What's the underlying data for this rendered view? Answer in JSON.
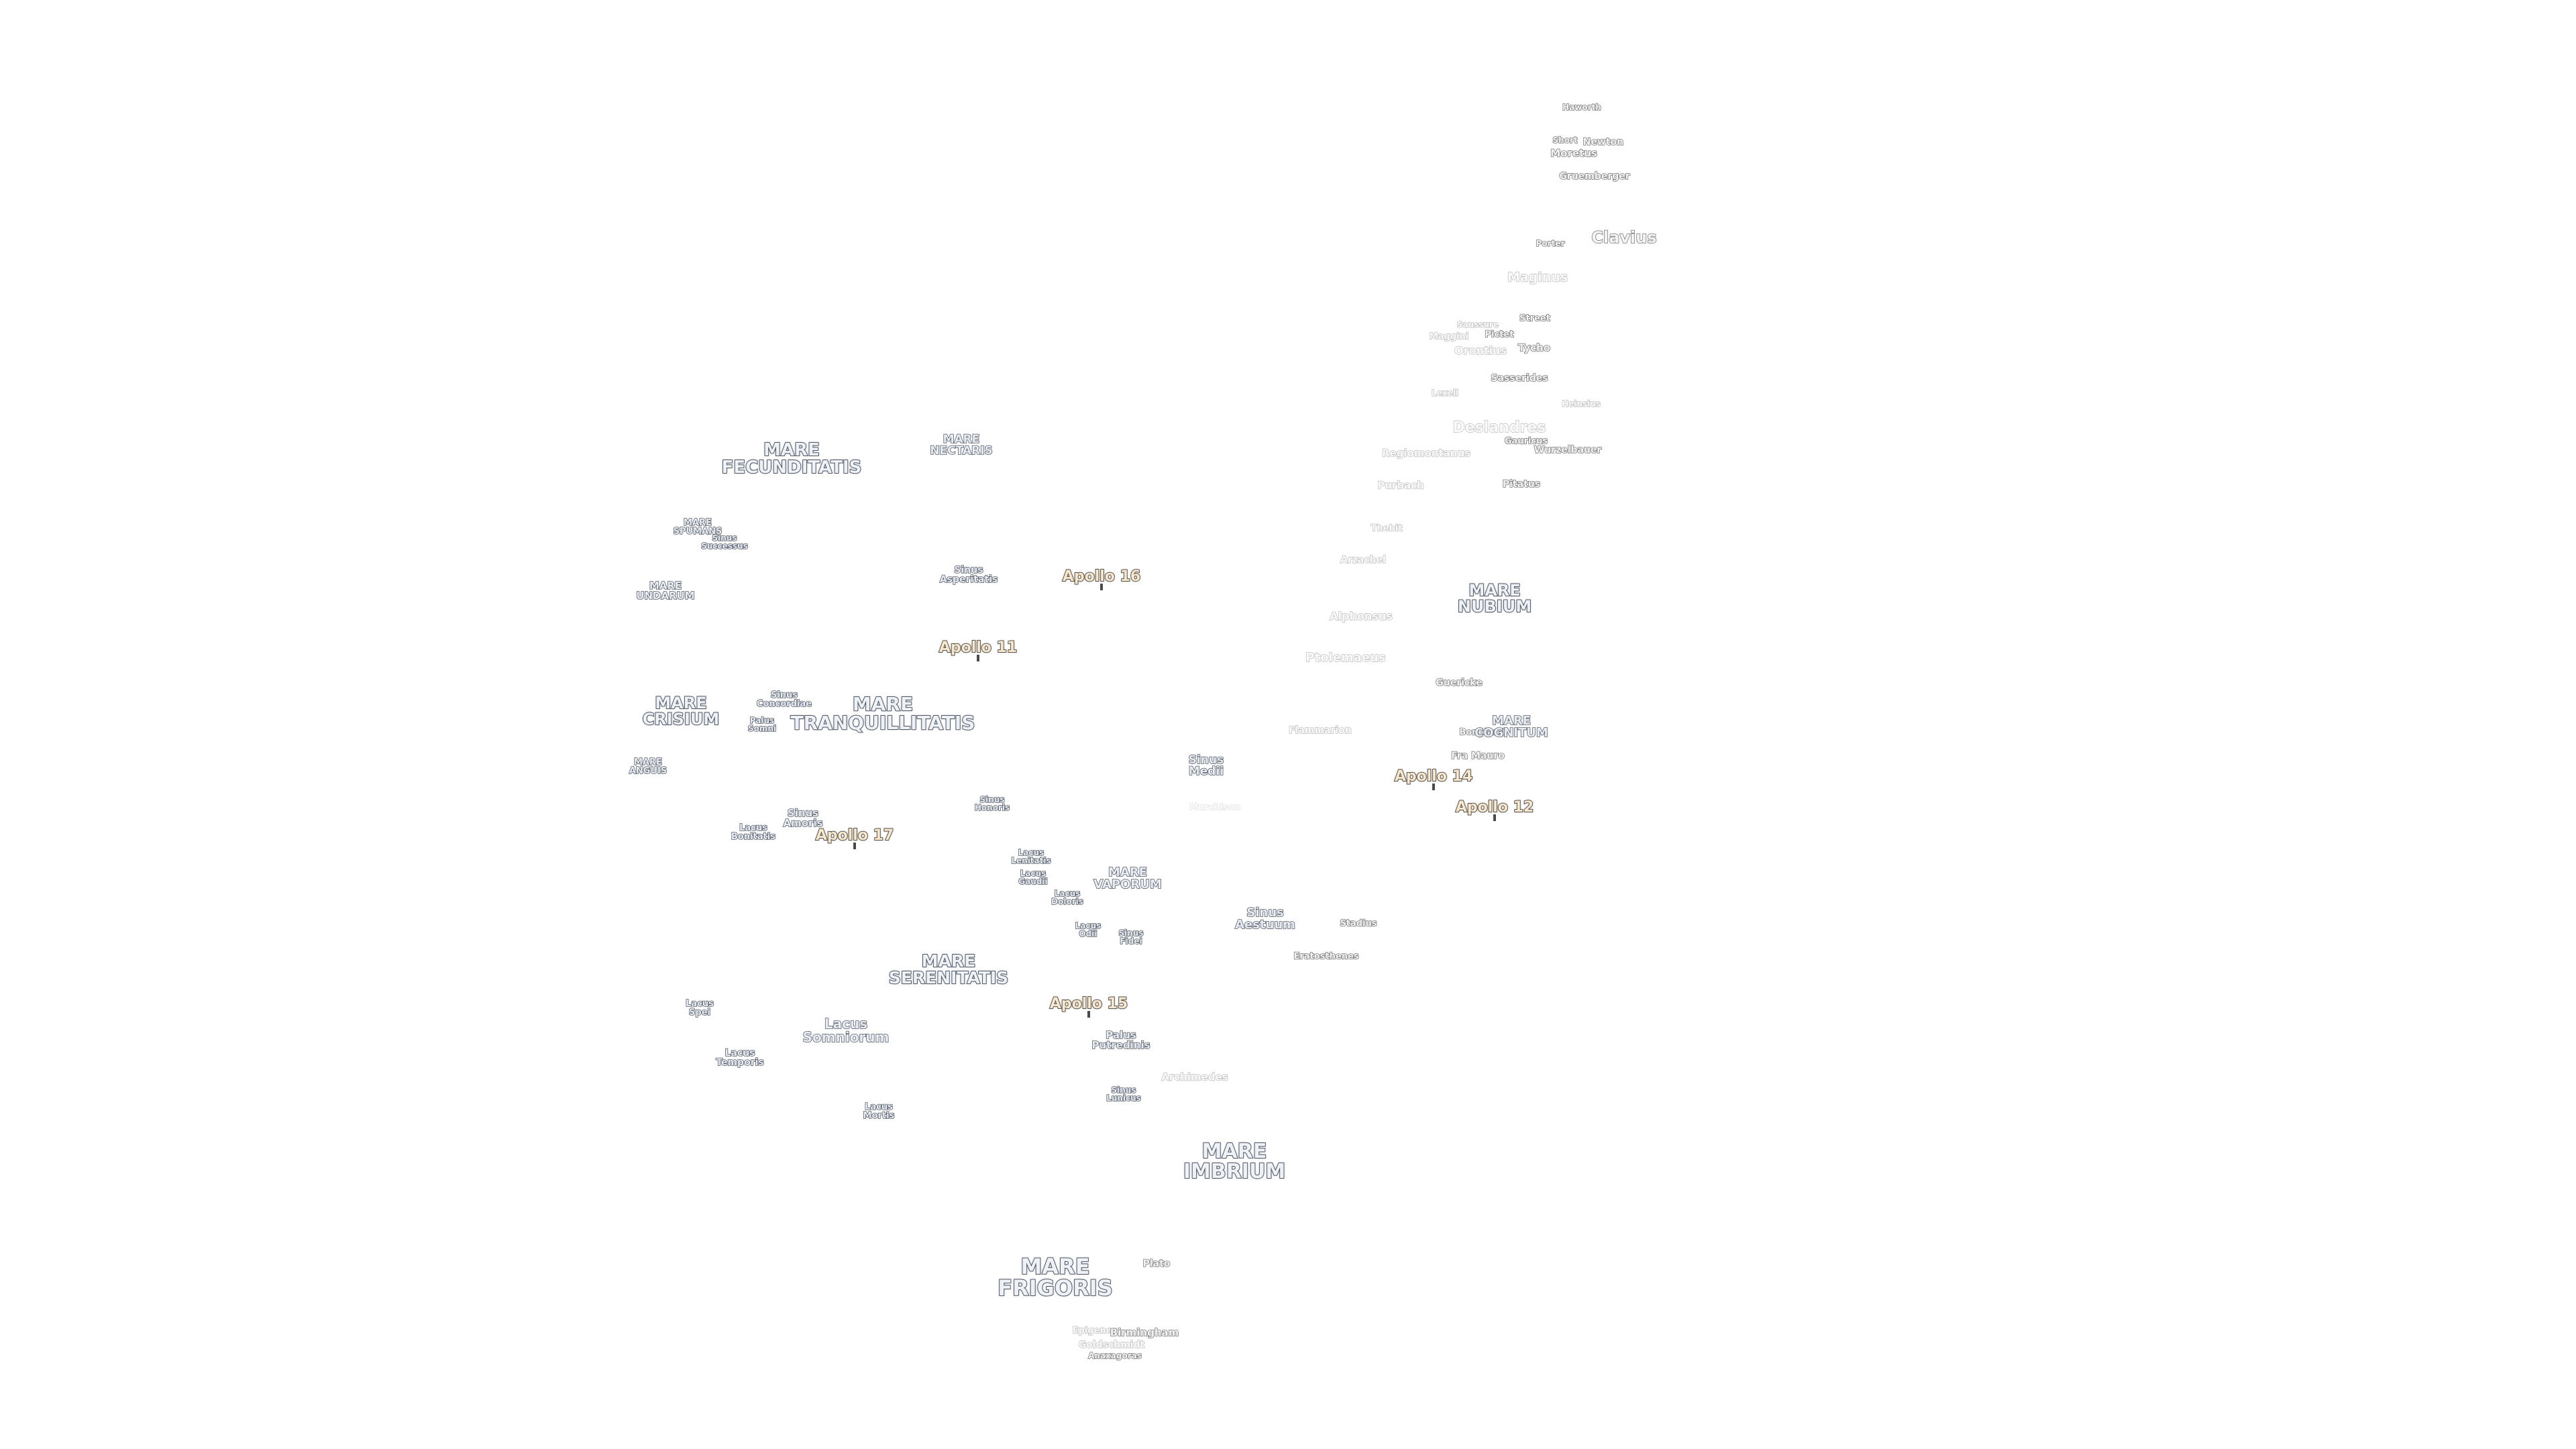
{
  "map": {
    "labels": [
      {
        "id": "haworth",
        "text": "Haworth",
        "kind": "crater"
      },
      {
        "id": "short",
        "text": "Short",
        "kind": "crater"
      },
      {
        "id": "newton",
        "text": "Newton",
        "kind": "crater"
      },
      {
        "id": "moretus",
        "text": "Moretus",
        "kind": "crater"
      },
      {
        "id": "gruemberger",
        "text": "Gruemberger",
        "kind": "crater"
      },
      {
        "id": "clavius",
        "text": "Clavius",
        "kind": "crater"
      },
      {
        "id": "porter",
        "text": "Porter",
        "kind": "crater"
      },
      {
        "id": "maginus",
        "text": "Maginus",
        "kind": "faint"
      },
      {
        "id": "street",
        "text": "Street",
        "kind": "crater"
      },
      {
        "id": "saussure",
        "text": "Saussure",
        "kind": "faint"
      },
      {
        "id": "maggini",
        "text": "Maggini",
        "kind": "faint"
      },
      {
        "id": "pictet",
        "text": "Pictet",
        "kind": "crater"
      },
      {
        "id": "orontius",
        "text": "Orontius",
        "kind": "faint"
      },
      {
        "id": "tycho",
        "text": "Tycho",
        "kind": "crater"
      },
      {
        "id": "sasserides",
        "text": "Sasserides",
        "kind": "crater"
      },
      {
        "id": "lexell",
        "text": "Lexell",
        "kind": "faint"
      },
      {
        "id": "heinsius",
        "text": "Heinsius",
        "kind": "faint"
      },
      {
        "id": "deslandres",
        "text": "Deslandres",
        "kind": "faint"
      },
      {
        "id": "gauricus",
        "text": "Gauricus",
        "kind": "crater"
      },
      {
        "id": "wurzelbauer",
        "text": "Wurzelbauer",
        "kind": "crater"
      },
      {
        "id": "regiomontanus",
        "text": "Regiomontanus",
        "kind": "faint"
      },
      {
        "id": "purbach",
        "text": "Purbach",
        "kind": "faint"
      },
      {
        "id": "pitatus",
        "text": "Pitatus",
        "kind": "crater"
      },
      {
        "id": "thebit",
        "text": "Thebit",
        "kind": "faint"
      },
      {
        "id": "arzachel",
        "text": "Arzachel",
        "kind": "faint"
      },
      {
        "id": "alphonsus",
        "text": "Alphonsus",
        "kind": "faint"
      },
      {
        "id": "ptolemaeus",
        "text": "Ptolemaeus",
        "kind": "faint"
      },
      {
        "id": "guericke",
        "text": "Guericke",
        "kind": "crater"
      },
      {
        "id": "flammarion",
        "text": "Flammarion",
        "kind": "faint"
      },
      {
        "id": "bonpland",
        "text": "Bonpland",
        "kind": "crater"
      },
      {
        "id": "fra-mauro",
        "text": "Fra Mauro",
        "kind": "crater"
      },
      {
        "id": "murchison",
        "text": "Murchison",
        "kind": "fainter"
      },
      {
        "id": "stadius",
        "text": "Stadius",
        "kind": "crater"
      },
      {
        "id": "eratosthenes",
        "text": "Eratosthenes",
        "kind": "crater"
      },
      {
        "id": "archimedes",
        "text": "Archimedes",
        "kind": "faint"
      },
      {
        "id": "plato",
        "text": "Plato",
        "kind": "crater"
      },
      {
        "id": "epigenes",
        "text": "Epigenes",
        "kind": "faint"
      },
      {
        "id": "birmingham",
        "text": "Birmingham",
        "kind": "crater"
      },
      {
        "id": "goldschmidt",
        "text": "Goldschmidt",
        "kind": "faint"
      },
      {
        "id": "anaxagoras",
        "text": "Anaxagoras",
        "kind": "crater"
      },
      {
        "id": "mare-fecunditatis",
        "text": "MARE\nFECUNDITATIS",
        "kind": "mare"
      },
      {
        "id": "mare-nectaris",
        "text": "MARE\nNECTARIS",
        "kind": "small"
      },
      {
        "id": "mare-spumans",
        "text": "MARE\nSPUMANS",
        "kind": "small"
      },
      {
        "id": "sinus-successus",
        "text": "Sinus\nSuccessus",
        "kind": "small"
      },
      {
        "id": "mare-undarum",
        "text": "MARE\nUNDARUM",
        "kind": "small"
      },
      {
        "id": "sinus-asperitatis",
        "text": "Sinus\nAsperitatis",
        "kind": "small"
      },
      {
        "id": "mare-crisium",
        "text": "MARE\nCRISIUM",
        "kind": "mare"
      },
      {
        "id": "sinus-concordiae",
        "text": "Sinus\nConcordiae",
        "kind": "small"
      },
      {
        "id": "palus-somni",
        "text": "Palus\nSomni",
        "kind": "small"
      },
      {
        "id": "mare-tranquillitatis",
        "text": "MARE\nTRANQUILLITATIS",
        "kind": "mare"
      },
      {
        "id": "mare-anguis",
        "text": "MARE\nANGUIS",
        "kind": "small"
      },
      {
        "id": "sinus-amoris",
        "text": "Sinus\nAmoris",
        "kind": "small"
      },
      {
        "id": "lacus-bonitatis",
        "text": "Lacus\nBonitatis",
        "kind": "small"
      },
      {
        "id": "mare-nubium",
        "text": "MARE\nNUBIUM",
        "kind": "mare"
      },
      {
        "id": "mare-cognitum",
        "text": "MARE\nCOGNITUM",
        "kind": "small"
      },
      {
        "id": "sinus-medii",
        "text": "Sinus\nMedii",
        "kind": "small"
      },
      {
        "id": "sinus-honoris",
        "text": "Sinus\nHonoris",
        "kind": "small"
      },
      {
        "id": "lacus-lenitatis",
        "text": "Lacus\nLenitatis",
        "kind": "small"
      },
      {
        "id": "lacus-gaudii",
        "text": "Lacus\nGaudii",
        "kind": "small"
      },
      {
        "id": "lacus-doloris",
        "text": "Lacus\nDoloris",
        "kind": "small"
      },
      {
        "id": "mare-vaporum",
        "text": "MARE\nVAPORUM",
        "kind": "small"
      },
      {
        "id": "lacus-odii",
        "text": "Lacus\nOdii",
        "kind": "small"
      },
      {
        "id": "sinus-fidei",
        "text": "Sinus\nFidei",
        "kind": "small"
      },
      {
        "id": "sinus-aestuum",
        "text": "Sinus\nAestuum",
        "kind": "small"
      },
      {
        "id": "mare-serenitatis",
        "text": "MARE\nSERENITATIS",
        "kind": "mare"
      },
      {
        "id": "lacus-spei",
        "text": "Lacus\nSpei",
        "kind": "small"
      },
      {
        "id": "lacus-somniorum",
        "text": "Lacus\nSomniorum",
        "kind": "small"
      },
      {
        "id": "lacus-temporis",
        "text": "Lacus\nTemporis",
        "kind": "small"
      },
      {
        "id": "palus-putredinis",
        "text": "Palus\nPutredinis",
        "kind": "small"
      },
      {
        "id": "sinus-lunicus",
        "text": "Sinus\nLunicus",
        "kind": "small"
      },
      {
        "id": "lacus-mortis",
        "text": "Lacus\nMortis",
        "kind": "small"
      },
      {
        "id": "mare-imbrium",
        "text": "MARE\nIMBRIUM",
        "kind": "mare"
      },
      {
        "id": "mare-frigoris",
        "text": "MARE\nFRIGORIS",
        "kind": "mare"
      },
      {
        "id": "apollo-16",
        "text": "Apollo 16",
        "kind": "apollo"
      },
      {
        "id": "apollo-11",
        "text": "Apollo 11",
        "kind": "apollo"
      },
      {
        "id": "apollo-14",
        "text": "Apollo 14",
        "kind": "apollo"
      },
      {
        "id": "apollo-12",
        "text": "Apollo 12",
        "kind": "apollo"
      },
      {
        "id": "apollo-17",
        "text": "Apollo 17",
        "kind": "apollo"
      },
      {
        "id": "apollo-15",
        "text": "Apollo 15",
        "kind": "apollo"
      }
    ]
  }
}
